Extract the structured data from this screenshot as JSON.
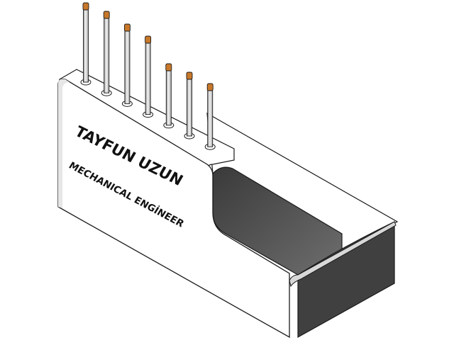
{
  "engraving": {
    "name": "TAYFUN UZUN",
    "title": "MECHANICAL ENGİNEER"
  },
  "pins": {
    "count": 7,
    "tip_color": "#c8782a",
    "shaft_color": "#e8e8e8"
  },
  "colors": {
    "face": "#ffffff",
    "outline": "#1a1a1a",
    "tray_dark": "#5f5f5f",
    "side_dark": "#404040"
  }
}
